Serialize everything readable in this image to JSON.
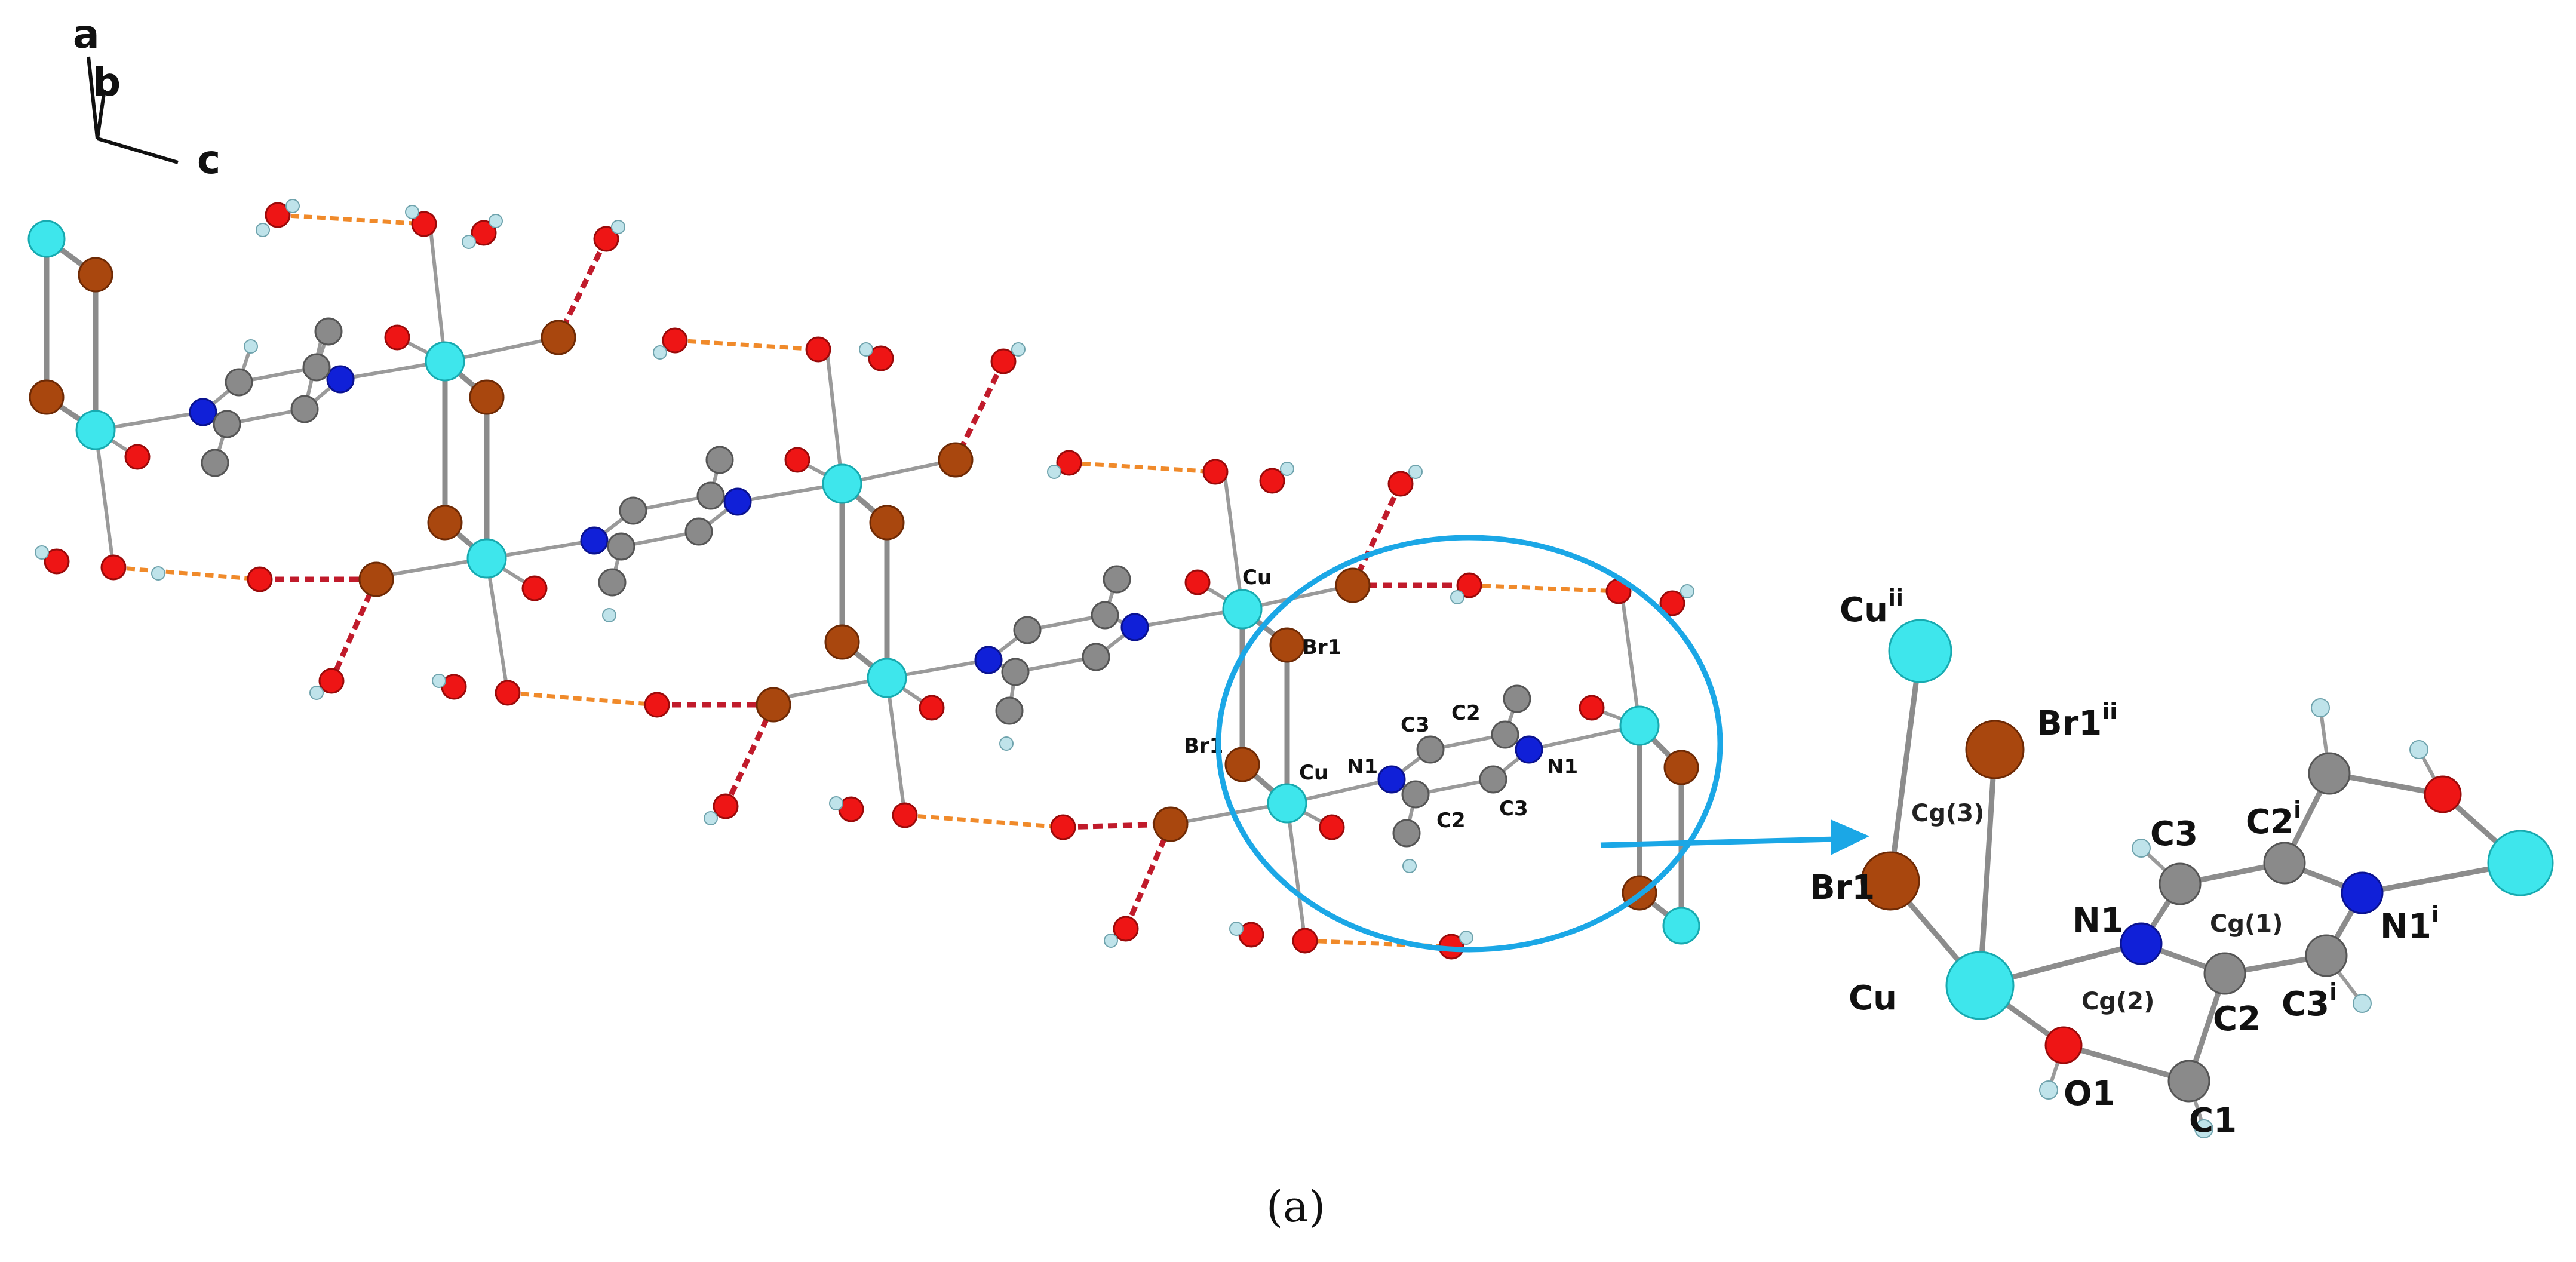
{
  "figure": {
    "caption": "(a)",
    "axes": {
      "a": "a",
      "b": "b",
      "c": "c"
    },
    "chain_labels": {
      "cu_top": "Cu",
      "cu_bottom": "Cu",
      "br1_right": "Br1",
      "br1_left": "Br1",
      "n1_left": "N1",
      "n1_right": "N1",
      "c3_top": "C3",
      "c2_top": "C2",
      "c2_bottom": "C2",
      "c3_bottom": "C3"
    },
    "detail_labels": {
      "cu_ii": "Cu",
      "cu_ii_sup": "ii",
      "br1_ii": "Br1",
      "br1_ii_sup": "ii",
      "br1": "Br1",
      "cu": "Cu",
      "n1": "N1",
      "n1_i": "N1",
      "n1_i_sup": "i",
      "c3": "C3",
      "c2_i": "C2",
      "c2_i_sup": "i",
      "c3_i": "C3",
      "c3_i_sup": "i",
      "c2": "C2",
      "c1": "C1",
      "o1": "O1",
      "cg1": "Cg(1)",
      "cg2": "Cg(2)",
      "cg3": "Cg(3)"
    },
    "colors": {
      "cu": "#3ee6ec",
      "br": "#a9470e",
      "n": "#1020d8",
      "c": "#8a8a8a",
      "o": "#ee1515",
      "h": "#bfe3ea",
      "highlight": "#1ba7e6",
      "hbond_orange": "#f08a2a",
      "hbond_red": "#c01b2b"
    }
  }
}
